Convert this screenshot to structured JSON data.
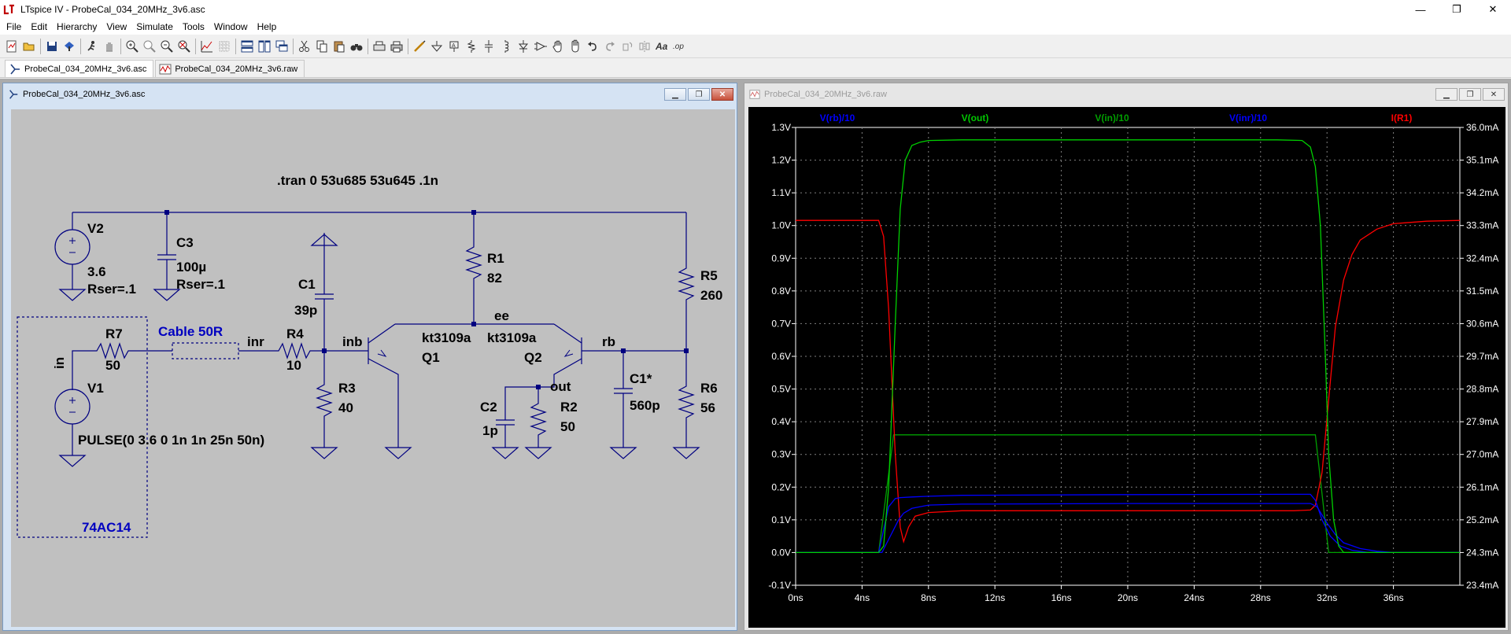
{
  "window": {
    "title": "LTspice IV - ProbeCal_034_20MHz_3v6.asc",
    "minimize": "—",
    "maximize": "❐",
    "close": "✕"
  },
  "menu": [
    "File",
    "Edit",
    "Hierarchy",
    "View",
    "Simulate",
    "Tools",
    "Window",
    "Help"
  ],
  "toolbar_icons": [
    "new-schematic-icon",
    "open-icon",
    "save-icon",
    "control-panel-icon",
    "run-icon",
    "halt-icon",
    "zoom-in-icon",
    "zoom-area-icon",
    "zoom-out-icon",
    "zoom-fit-icon",
    "autoscale-icon",
    "grid-icon",
    "tile-horizontal-icon",
    "tile-vertical-icon",
    "cascade-icon",
    "cut-icon",
    "copy-icon",
    "paste-icon",
    "find-icon",
    "print-preview-icon",
    "print-icon",
    "wire-icon",
    "ground-icon",
    "label-net-icon",
    "resistor-icon",
    "capacitor-icon",
    "inductor-icon",
    "diode-icon",
    "component-icon",
    "move-icon",
    "drag-icon",
    "undo-icon",
    "redo-icon",
    "rotate-icon",
    "mirror-icon",
    "text-icon",
    "spice-directive-icon"
  ],
  "tabs": [
    {
      "label": "ProbeCal_034_20MHz_3v6.asc",
      "icon": "schematic-icon"
    },
    {
      "label": "ProbeCal_034_20MHz_3v6.raw",
      "icon": "waveform-icon"
    }
  ],
  "schematic": {
    "window_title": "ProbeCal_034_20MHz_3v6.asc",
    "directive": ".tran 0 53u685 53u645 .1n",
    "labels": {
      "v2": "V2",
      "v2_value": "3.6",
      "v2_rser": "Rser=.1",
      "c3": "C3",
      "c3_value": "100µ",
      "c3_rser": "Rser=.1",
      "r1": "R1",
      "r1_value": "82",
      "r5": "R5",
      "r5_value": "260",
      "c1": "C1",
      "c1_value": "39p",
      "ee": "ee",
      "r7": "R7",
      "r7_value": "50",
      "cable": "Cable 50R",
      "inr": "inr",
      "r4": "R4",
      "r4_value": "10",
      "inb": "inb",
      "q1_model": "kt3109a",
      "q1": "Q1",
      "q2_model": "kt3109a",
      "q2": "Q2",
      "rb": "rb",
      "in": "in",
      "v1": "V1",
      "r3": "R3",
      "r3_value": "40",
      "out": "out",
      "c1star": "C1*",
      "c1star_value": "560p",
      "r6": "R6",
      "r6_value": "56",
      "c2": "C2",
      "c2_value": "1p",
      "r2": "R2",
      "r2_value": "50",
      "pulse": "PULSE(0 3.6 0 1n 1n 25n 50n)",
      "ic": "74AC14"
    }
  },
  "waveform": {
    "window_title": "ProbeCal_034_20MHz_3v6.raw",
    "traces": [
      {
        "label": "V(rb)/10",
        "color": "#0000ff"
      },
      {
        "label": "V(out)",
        "color": "#00c800"
      },
      {
        "label": "V(in)/10",
        "color": "#00a000"
      },
      {
        "label": "V(inr)/10",
        "color": "#0000ff"
      },
      {
        "label": "I(R1)",
        "color": "#ff0000"
      }
    ]
  },
  "chart_data": {
    "type": "line",
    "xlabel": "",
    "x_unit": "ns",
    "xlim": [
      0,
      40
    ],
    "x_ticks": [
      "0ns",
      "4ns",
      "8ns",
      "12ns",
      "16ns",
      "20ns",
      "24ns",
      "28ns",
      "32ns",
      "36ns"
    ],
    "ylim_left": [
      -0.1,
      1.3
    ],
    "y_ticks_left": [
      "-0.1V",
      "0.0V",
      "0.1V",
      "0.2V",
      "0.3V",
      "0.4V",
      "0.5V",
      "0.6V",
      "0.7V",
      "0.8V",
      "0.9V",
      "1.0V",
      "1.1V",
      "1.2V",
      "1.3V"
    ],
    "ylim_right": [
      23.4,
      36.0
    ],
    "y_ticks_right": [
      "23.4mA",
      "24.3mA",
      "25.2mA",
      "26.1mA",
      "27.0mA",
      "27.9mA",
      "28.8mA",
      "29.7mA",
      "30.6mA",
      "31.5mA",
      "32.4mA",
      "33.3mA",
      "34.2mA",
      "35.1mA",
      "36.0mA"
    ],
    "grid": true,
    "series": [
      {
        "name": "V(out)",
        "axis": "left",
        "color": "#00d000",
        "x": [
          0,
          5.0,
          5.3,
          5.6,
          6.0,
          6.3,
          6.6,
          7.0,
          7.5,
          8.0,
          10,
          20,
          29,
          30.5,
          31.0,
          31.3,
          31.6,
          31.9,
          32.1,
          32.4,
          32.7,
          33.0,
          40
        ],
        "y": [
          0.0,
          0.0,
          0.02,
          0.2,
          0.7,
          1.05,
          1.2,
          1.245,
          1.255,
          1.26,
          1.262,
          1.262,
          1.262,
          1.26,
          1.24,
          1.18,
          1.0,
          0.6,
          0.3,
          0.1,
          0.02,
          0.0,
          0.0
        ]
      },
      {
        "name": "V(in)/10",
        "axis": "left",
        "color": "#00a000",
        "x": [
          0,
          5.0,
          5.9,
          6.1,
          31.0,
          31.3,
          32.1,
          40
        ],
        "y": [
          0.0,
          0.0,
          0.36,
          0.36,
          0.36,
          0.36,
          0.0,
          0.0
        ]
      },
      {
        "name": "V(rb)/10",
        "axis": "left",
        "color": "#0000ff",
        "x": [
          0,
          5.2,
          5.8,
          6.2,
          6.5,
          7.0,
          8.0,
          10,
          20,
          30,
          31.0,
          31.4,
          32.0,
          32.5,
          33.0,
          34.0,
          35.0,
          36.0,
          40
        ],
        "y": [
          0.0,
          0.0,
          0.06,
          0.1,
          0.12,
          0.135,
          0.145,
          0.148,
          0.15,
          0.15,
          0.15,
          0.14,
          0.09,
          0.055,
          0.03,
          0.012,
          0.004,
          0.0,
          0.0
        ]
      },
      {
        "name": "V(inr)/10",
        "axis": "left",
        "color": "#0000ff",
        "x": [
          0,
          5.0,
          5.6,
          6.0,
          6.3,
          7.0,
          8.0,
          10,
          20,
          30,
          31.0,
          31.3,
          31.7,
          32.2,
          32.8,
          33.5,
          34.5,
          40
        ],
        "y": [
          0.0,
          0.0,
          0.14,
          0.165,
          0.168,
          0.17,
          0.172,
          0.175,
          0.177,
          0.178,
          0.178,
          0.16,
          0.1,
          0.05,
          0.02,
          0.007,
          0.0,
          0.0
        ]
      },
      {
        "name": "I(R1)",
        "axis": "right",
        "color": "#ff0000",
        "x": [
          0,
          5.0,
          5.3,
          5.6,
          6.0,
          6.3,
          6.5,
          6.8,
          7.2,
          8.0,
          10,
          20,
          30,
          31.0,
          31.3,
          31.7,
          32.1,
          32.5,
          33.0,
          33.5,
          34.0,
          35.0,
          36.0,
          38.0,
          40
        ],
        "y": [
          33.44,
          33.44,
          33.0,
          31.0,
          27.0,
          25.0,
          24.6,
          25.0,
          25.3,
          25.4,
          25.45,
          25.45,
          25.45,
          25.47,
          25.6,
          26.5,
          28.5,
          30.5,
          31.8,
          32.5,
          32.9,
          33.2,
          33.35,
          33.42,
          33.44
        ]
      }
    ]
  }
}
